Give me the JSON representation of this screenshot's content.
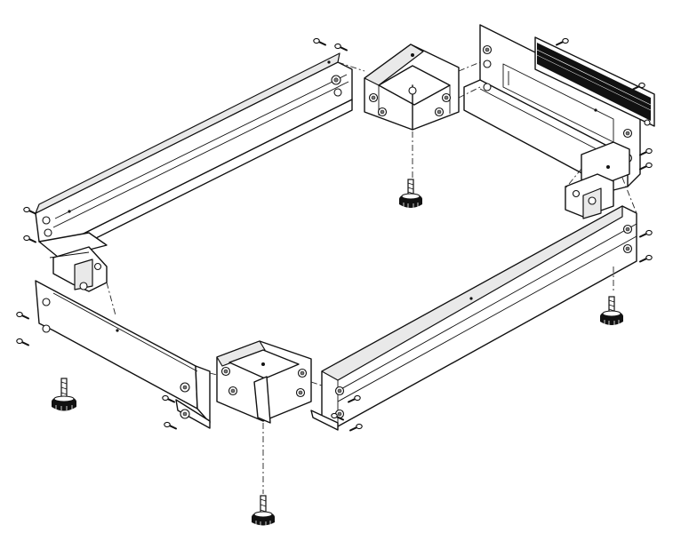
{
  "diagram": {
    "kind": "exploded isometric assembly drawing",
    "line_color": "#111111",
    "background": "#ffffff",
    "parts": [
      {
        "name": "rear-left-side-rail",
        "icon": "rail-profile"
      },
      {
        "name": "front-left-side-rail",
        "icon": "rail-profile"
      },
      {
        "name": "front-right-long-rail",
        "icon": "rail-profile"
      },
      {
        "name": "rear-right-rail-with-brush-strip",
        "icon": "rail-profile"
      },
      {
        "name": "rear-corner-bracket",
        "icon": "corner-block"
      },
      {
        "name": "front-corner-bracket",
        "icon": "corner-block"
      },
      {
        "name": "right-corner-bracket",
        "icon": "corner-block"
      },
      {
        "name": "left-corner-bracket",
        "icon": "corner-block"
      },
      {
        "name": "brush-strip-panel",
        "icon": "brush-strip"
      },
      {
        "name": "leveling-feet",
        "count": 4,
        "icon": "leveling-foot"
      },
      {
        "name": "mounting-screws",
        "icon": "screw"
      }
    ]
  }
}
